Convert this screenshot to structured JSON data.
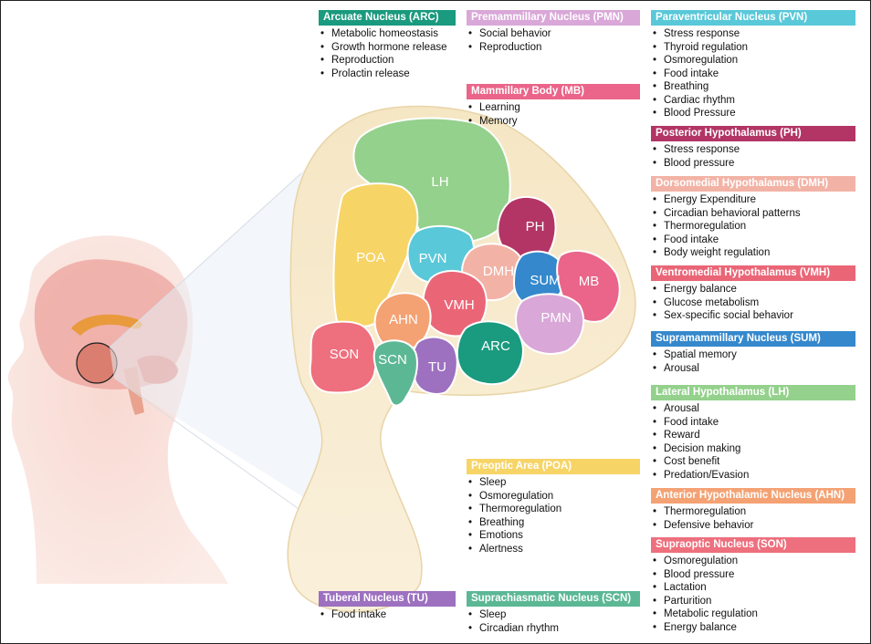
{
  "colors": {
    "ARC": "#1a9a7e",
    "PMN": "#d9a7d8",
    "PVN": "#59c8d8",
    "PH": "#b23565",
    "DMH": "#f2b3a6",
    "VMH": "#ea6677",
    "SUM": "#3588cc",
    "LH": "#94d18c",
    "AHN": "#f4a274",
    "SON": "#ee6f7d",
    "POA": "#f7d466",
    "TU": "#9d70c0",
    "SCN": "#5cb894",
    "MB": "#ea6589"
  },
  "brain_labels": {
    "LH": "LH",
    "POA": "POA",
    "PVN": "PVN",
    "PH": "PH",
    "DMH": "DMH",
    "SUM": "SUM",
    "MB": "MB",
    "AHN": "AHN",
    "VMH": "VMH",
    "PMN": "PMN",
    "SON": "SON",
    "SCN": "SCN",
    "ARC": "ARC",
    "TU": "TU"
  },
  "panels": {
    "arc": {
      "title": "Arcuate Nucleus (ARC)",
      "items": [
        "Metabolic homeostasis",
        "Growth hormone release",
        "Reproduction",
        "Prolactin release"
      ]
    },
    "pmn": {
      "title": "Premammillary Nucleus (PMN)",
      "items": [
        "Social behavior",
        "Reproduction"
      ]
    },
    "mb": {
      "title": "Mammillary Body (MB)",
      "items": [
        "Learning",
        "Memory"
      ]
    },
    "pvn": {
      "title": "Paraventricular Nucleus (PVN)",
      "items": [
        "Stress response",
        "Thyroid regulation",
        "Osmoregulation",
        "Food intake",
        "Breathing",
        "Cardiac rhythm",
        "Blood Pressure"
      ]
    },
    "ph": {
      "title": "Posterior Hypothalamus (PH)",
      "items": [
        "Stress response",
        "Blood pressure"
      ]
    },
    "dmh": {
      "title": "Dorsomedial Hypothalamus (DMH)",
      "items": [
        "Energy Expenditure",
        "Circadian behavioral patterns",
        "Thermoregulation",
        "Food intake",
        "Body weight regulation"
      ]
    },
    "vmh": {
      "title": "Ventromedial Hypothalamus (VMH)",
      "items": [
        "Energy balance",
        "Glucose metabolism",
        "Sex-specific social behavior"
      ]
    },
    "sum": {
      "title": "Supramammillary Nucleus (SUM)",
      "items": [
        "Spatial memory",
        "Arousal"
      ]
    },
    "lh": {
      "title": "Lateral Hypothalamus (LH)",
      "items": [
        "Arousal",
        "Food intake",
        "Reward",
        "Decision making",
        "Cost benefit",
        "Predation/Evasion"
      ]
    },
    "ahn": {
      "title": "Anterior Hypothalamic Nucleus (AHN)",
      "items": [
        "Thermoregulation",
        "Defensive behavior"
      ]
    },
    "son": {
      "title": "Supraoptic Nucleus (SON)",
      "items": [
        "Osmoregulation",
        "Blood pressure",
        "Lactation",
        "Parturition",
        "Metabolic regulation",
        "Energy balance"
      ]
    },
    "poa": {
      "title": "Preoptic Area (POA)",
      "items": [
        "Sleep",
        "Osmoregulation",
        "Thermoregulation",
        "Breathing",
        "Emotions",
        "Alertness"
      ]
    },
    "tu": {
      "title": "Tuberal Nucleus (TU)",
      "items": [
        "Food intake"
      ]
    },
    "scn": {
      "title": "Suprachiasmatic Nucleus (SCN)",
      "items": [
        "Sleep",
        "Circadian rhythm"
      ]
    }
  }
}
